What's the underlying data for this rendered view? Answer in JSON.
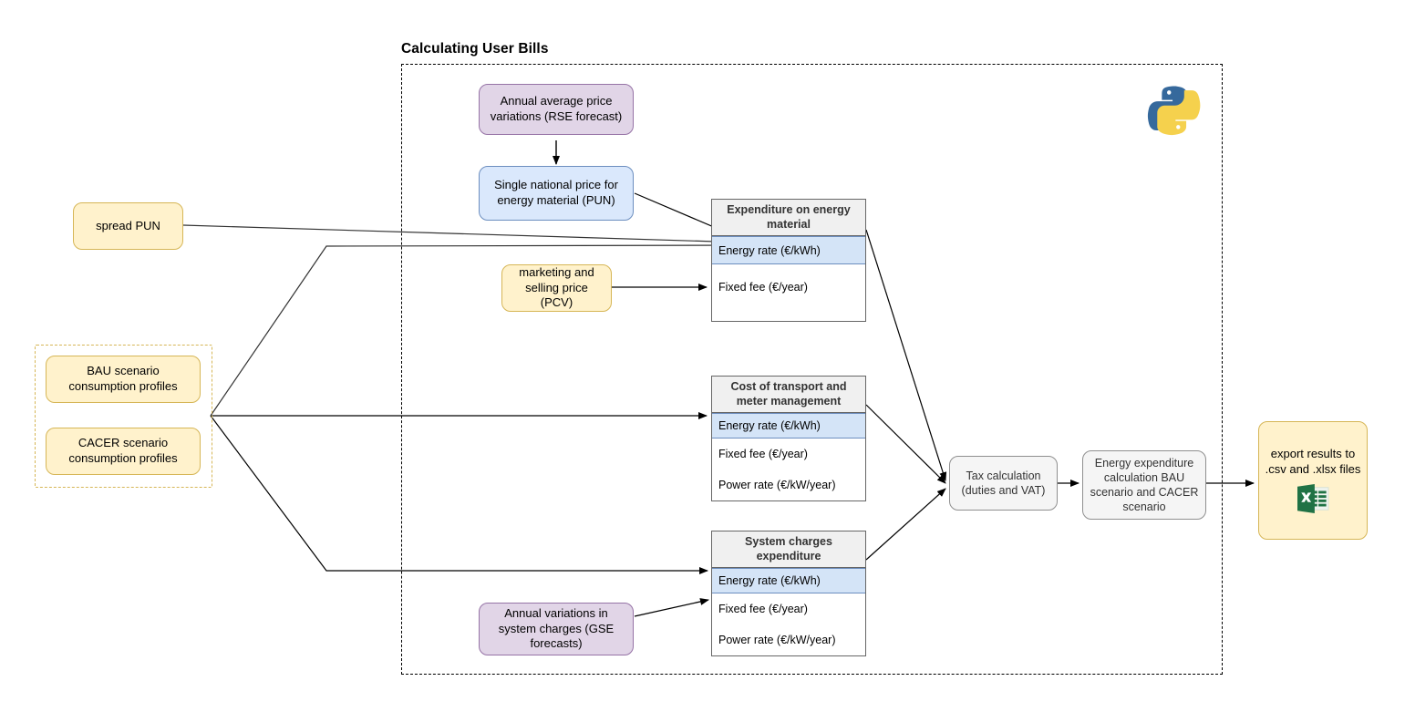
{
  "diagram": {
    "title": "Calculating User Bills",
    "runtime_icon": "python-logo-icon"
  },
  "inputs": {
    "spread_pun": "spread PUN",
    "bau_profiles": "BAU scenario consumption profiles",
    "cacer_profiles": "CACER scenario consumption profiles"
  },
  "forecasts": {
    "rse": "Annual average price variations (RSE forecast)",
    "pun": "Single national price for energy material (PUN)",
    "pcv": "marketing and selling price (PCV)",
    "gse": "Annual variations in system charges (GSE forecasts)"
  },
  "tables": [
    {
      "header": "Expenditure on energy material",
      "rows": [
        {
          "label": "Energy rate (€/kWh)",
          "highlight": true
        },
        {
          "label": "Fixed fee (€/year)",
          "highlight": false
        }
      ]
    },
    {
      "header": "Cost of transport and meter management",
      "rows": [
        {
          "label": "Energy rate (€/kWh)",
          "highlight": true
        },
        {
          "label": "Fixed fee (€/year)",
          "highlight": false
        },
        {
          "label": "Power rate (€/kW/year)",
          "highlight": false
        }
      ]
    },
    {
      "header": "System charges expenditure",
      "rows": [
        {
          "label": "Energy rate (€/kWh)",
          "highlight": true
        },
        {
          "label": "Fixed fee (€/year)",
          "highlight": false
        },
        {
          "label": "Power rate (€/kW/year)",
          "highlight": false
        }
      ]
    }
  ],
  "process": {
    "tax": "Tax calculation (duties and VAT)",
    "energy_expenditure": "Energy expenditure calculation BAU scenario and CACER scenario"
  },
  "output": {
    "export": "export results to .csv and .xlsx files",
    "export_icon": "excel-file-icon"
  },
  "colors": {
    "yellow_fill": "#fff2cc",
    "yellow_stroke": "#d6b656",
    "purple_fill": "#e1d5e7",
    "purple_stroke": "#9673a6",
    "blue_fill": "#dae8fc",
    "blue_stroke": "#6c8ebf",
    "grey_fill": "#f5f5f5",
    "grey_stroke": "#8f8f8f",
    "table_header_fill": "#f0f0f0",
    "table_highlight_fill": "#d4e4f7",
    "edge_stroke": "#000000"
  }
}
